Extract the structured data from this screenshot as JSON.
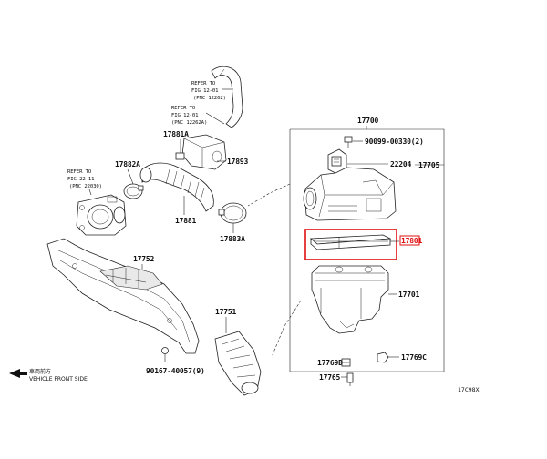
{
  "labels": {
    "p17700": "17700",
    "p90099": "90099-00330(2)",
    "p22204": "22204",
    "p17705": "17705",
    "p17801": "17801",
    "p17701": "17701",
    "p17769d": "17769D",
    "p17769c": "17769C",
    "p17765": "17765",
    "p17881a": "17881A",
    "p17893": "17893",
    "p17882a": "17882A",
    "p17881": "17881",
    "p17883a": "17883A",
    "p17752": "17752",
    "p17751": "17751",
    "p90167": "90167-40057(9)",
    "figcode": "17C98X"
  },
  "refs": {
    "ref1": {
      "line1": "REFER TO",
      "line2": "FIG 12-01",
      "line3": "(PNC 12262)"
    },
    "ref2": {
      "line1": "REFER TO",
      "line2": "FIG 12-01",
      "line3": "(PNC 12262A)"
    },
    "ref3": {
      "line1": "REFER TO",
      "line2": "FIG 22-11",
      "line3": "(PNC 22030)"
    }
  },
  "direction": {
    "jp": "車両前方",
    "en": "VEHICLE FRONT SIDE"
  },
  "colors": {
    "highlight": "#e01010",
    "line": "#222222"
  }
}
